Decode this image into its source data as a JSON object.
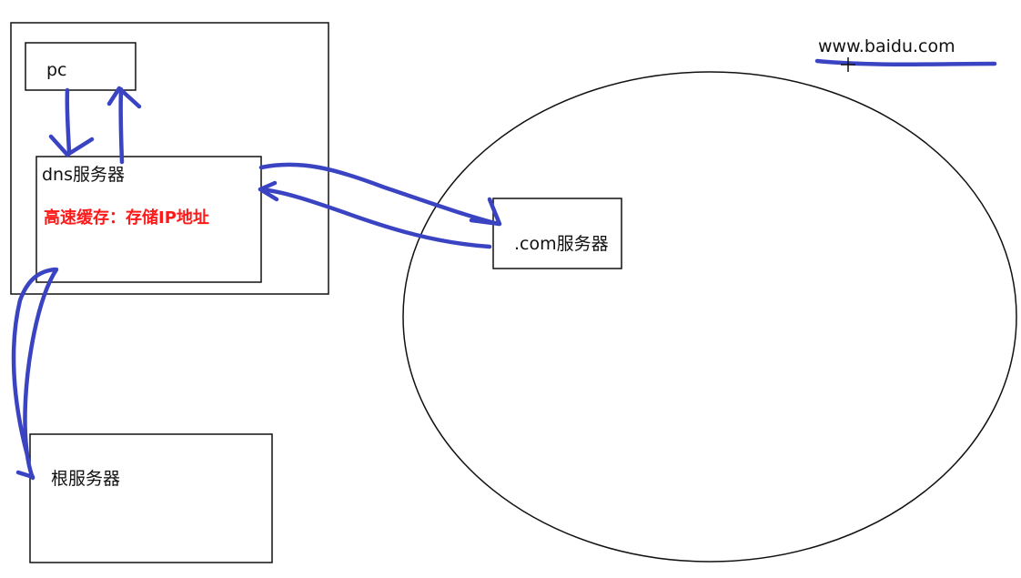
{
  "diagram": {
    "pc_label": "pc",
    "dns_server_label": "dns服务器",
    "cache_note": "高速缓存：存储IP地址",
    "com_server_label": ".com服务器",
    "root_server_label": "根服务器",
    "domain_text": "www.baidu.com"
  },
  "colors": {
    "ink": "#111111",
    "pen": "#3a44c2",
    "highlight": "#ff1a1a",
    "background": "#ffffff"
  }
}
